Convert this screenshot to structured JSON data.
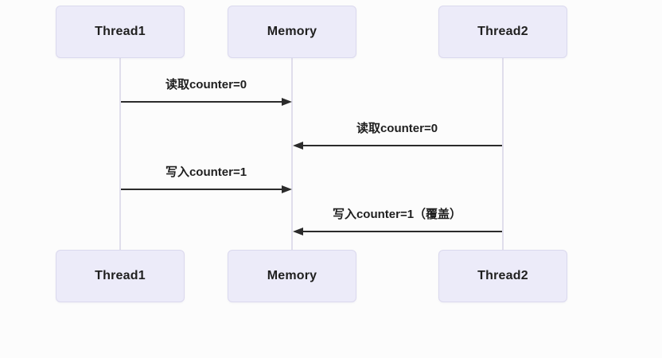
{
  "diagram": {
    "type": "sequence-diagram",
    "actors": [
      {
        "id": "thread1",
        "label": "Thread1"
      },
      {
        "id": "memory",
        "label": "Memory"
      },
      {
        "id": "thread2",
        "label": "Thread2"
      }
    ],
    "messages": [
      {
        "from": "Thread1",
        "to": "Memory",
        "direction": "right",
        "label": "读取counter=0"
      },
      {
        "from": "Thread2",
        "to": "Memory",
        "direction": "left",
        "label": "读取counter=0"
      },
      {
        "from": "Thread1",
        "to": "Memory",
        "direction": "right",
        "label": "写入counter=1"
      },
      {
        "from": "Thread2",
        "to": "Memory",
        "direction": "left",
        "label": "写入counter=1（覆盖）"
      }
    ],
    "colors": {
      "actor_fill": "#ECEBF9",
      "actor_border": "#DBD9EE",
      "lifeline": "#E0DEEC",
      "arrow": "#2B2B2B",
      "text": "#1F1F1F",
      "background": "#FCFCFC"
    }
  }
}
